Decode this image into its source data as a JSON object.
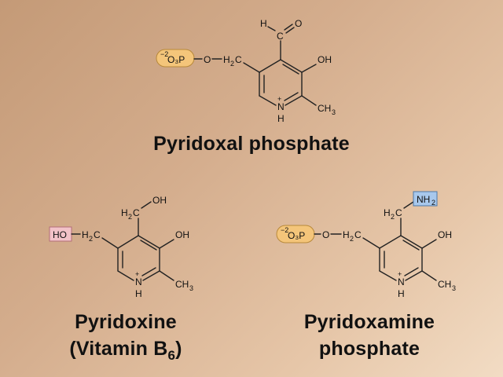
{
  "molecules": [
    {
      "name": "Pyridoxal phosphate",
      "labels": {
        "phosphate": "O₃P",
        "phosphate_charge": "−2",
        "ester_o": "O",
        "ch2": "H",
        "ch2_sub": "2",
        "ch2_c": "C",
        "carbonyl_c": "C",
        "carbonyl_h": "H",
        "carbonyl_o": "O",
        "oh": "OH",
        "nh": "N",
        "nh_h": "H",
        "nh_charge": "+",
        "ch3": "CH",
        "ch3_sub": "3"
      },
      "highlight_color": "#f4c57a"
    },
    {
      "name_line1": "Pyridoxine",
      "name_line2_prefix": "(Vitamin B",
      "name_line2_sub": "6",
      "name_line2_suffix": ")",
      "labels": {
        "ho": "HO",
        "ch2": "H",
        "ch2_sub": "2",
        "ch2_c": "C",
        "top_ch2": "H",
        "top_ch2_sub": "2",
        "top_ch2_c": "C",
        "top_oh": "OH",
        "oh": "OH",
        "nh": "N",
        "nh_h": "H",
        "nh_charge": "+",
        "ch3": "CH",
        "ch3_sub": "3"
      },
      "highlight_color": "#f2c2c8"
    },
    {
      "name_line1": "Pyridoxamine",
      "name_line2": "phosphate",
      "labels": {
        "phosphate": "O₃P",
        "phosphate_charge": "−2",
        "ester_o": "O",
        "ch2": "H",
        "ch2_sub": "2",
        "ch2_c": "C",
        "top_ch2": "H",
        "top_ch2_sub": "2",
        "top_ch2_c": "C",
        "nh2": "NH",
        "nh2_sub": "2",
        "oh": "OH",
        "nh": "N",
        "nh_h": "H",
        "nh_charge": "+",
        "ch3": "CH",
        "ch3_sub": "3"
      },
      "highlight_color": "#a8c8ec"
    }
  ]
}
